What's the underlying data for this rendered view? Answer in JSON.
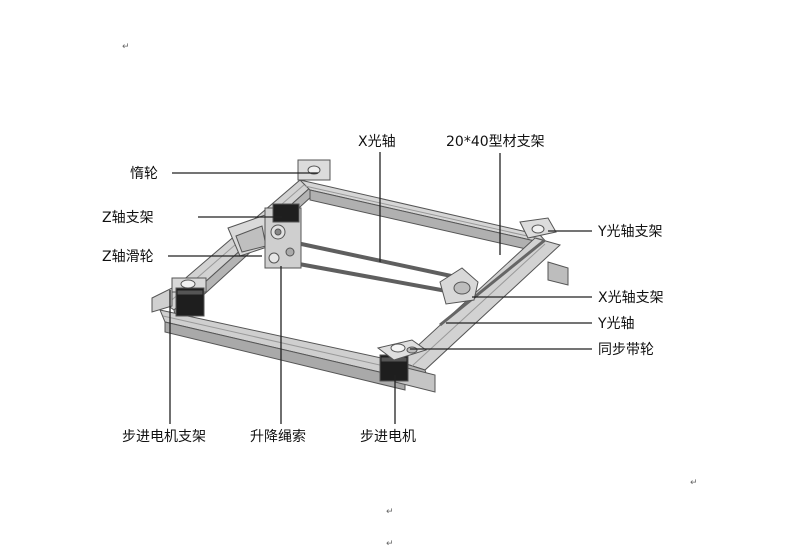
{
  "labels": {
    "idler": "惰轮",
    "z_bracket": "Z轴支架",
    "z_pulley": "Z轴滑轮",
    "x_rod": "X光轴",
    "profile_bracket": "20*40型材支架",
    "y_rod_bracket": "Y光轴支架",
    "x_rod_bracket": "X光轴支架",
    "y_rod": "Y光轴",
    "timing_pulley": "同步带轮",
    "stepper_bracket": "步进电机支架",
    "lift_rope": "升降绳索",
    "stepper_motor": "步进电机"
  },
  "paragraph_mark": "↵",
  "colors": {
    "metal": "#c9c9c9",
    "metal_dark": "#8a8a8a",
    "motor": "#1e1e1e",
    "line": "#222222"
  }
}
